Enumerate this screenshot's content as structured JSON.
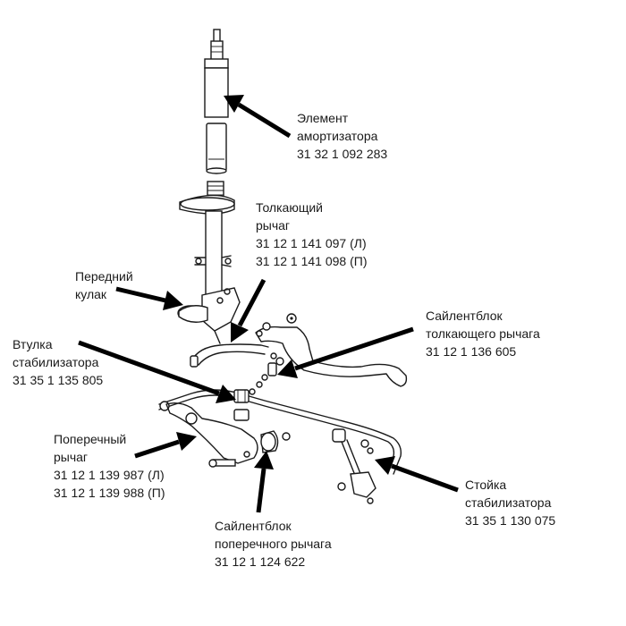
{
  "labels": {
    "shock_element": {
      "line1": "Элемент",
      "line2": "амортизатора",
      "line3": "31 32 1 092 283"
    },
    "thrust_arm": {
      "line1": "Толкающий",
      "line2": "рычаг",
      "line3": "31 12 1 141 097 (Л)",
      "line4": "31 12 1 141 098 (П)"
    },
    "front_knuckle": {
      "line1": "Передний",
      "line2": "кулак"
    },
    "thrust_arm_bushing": {
      "line1": "Сайлентблок",
      "line2": "толкающего рычага",
      "line3": "31 12 1 136 605"
    },
    "stabilizer_bushing": {
      "line1": "Втулка",
      "line2": "стабилизатора",
      "line3": "31 35 1 135 805"
    },
    "control_arm": {
      "line1": "Поперечный",
      "line2": "рычаг",
      "line3": "31 12 1 139 987 (Л)",
      "line4": "31 12 1 139 988 (П)"
    },
    "stabilizer_link": {
      "line1": "Стойка",
      "line2": "стабилизатора",
      "line3": "31 35 1 130 075"
    },
    "control_arm_bushing": {
      "line1": "Сайлентблок",
      "line2": "поперечного рычага",
      "line3": "31 12 1 124 622"
    }
  }
}
